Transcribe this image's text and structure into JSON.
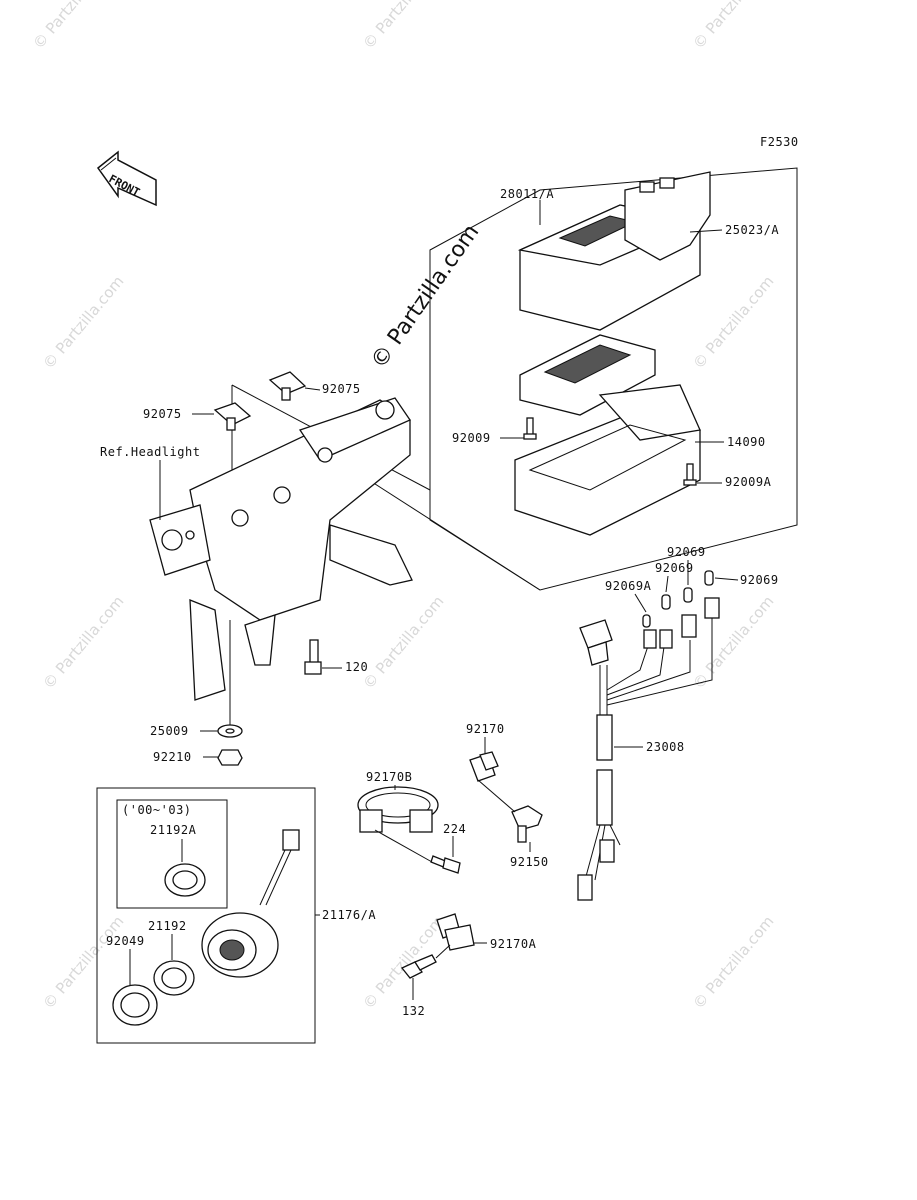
{
  "diagram": {
    "code": "F2530",
    "front_arrow_text": "FRONT",
    "watermark_center": "© Partzilla.com",
    "watermark_tile": "© Partzilla.com",
    "ref_label": "Ref.Headlight",
    "year_note": "('00~'03)",
    "labels": {
      "p28011A": "28011/A",
      "p25023A": "25023/A",
      "p14090": "14090",
      "p92009": "92009",
      "p92009A": "92009A",
      "p92075a": "92075",
      "p92075b": "92075",
      "p92069a": "92069",
      "p92069b": "92069",
      "p92069c": "92069",
      "p92069A": "92069A",
      "p120": "120",
      "p25009": "25009",
      "p92210": "92210",
      "p92170B": "92170B",
      "p92170": "92170",
      "p224": "224",
      "p92150": "92150",
      "p23008": "23008",
      "p21192A": "21192A",
      "p21192": "21192",
      "p92049": "92049",
      "p21176A": "21176/A",
      "p92170A": "92170A",
      "p132": "132"
    }
  }
}
